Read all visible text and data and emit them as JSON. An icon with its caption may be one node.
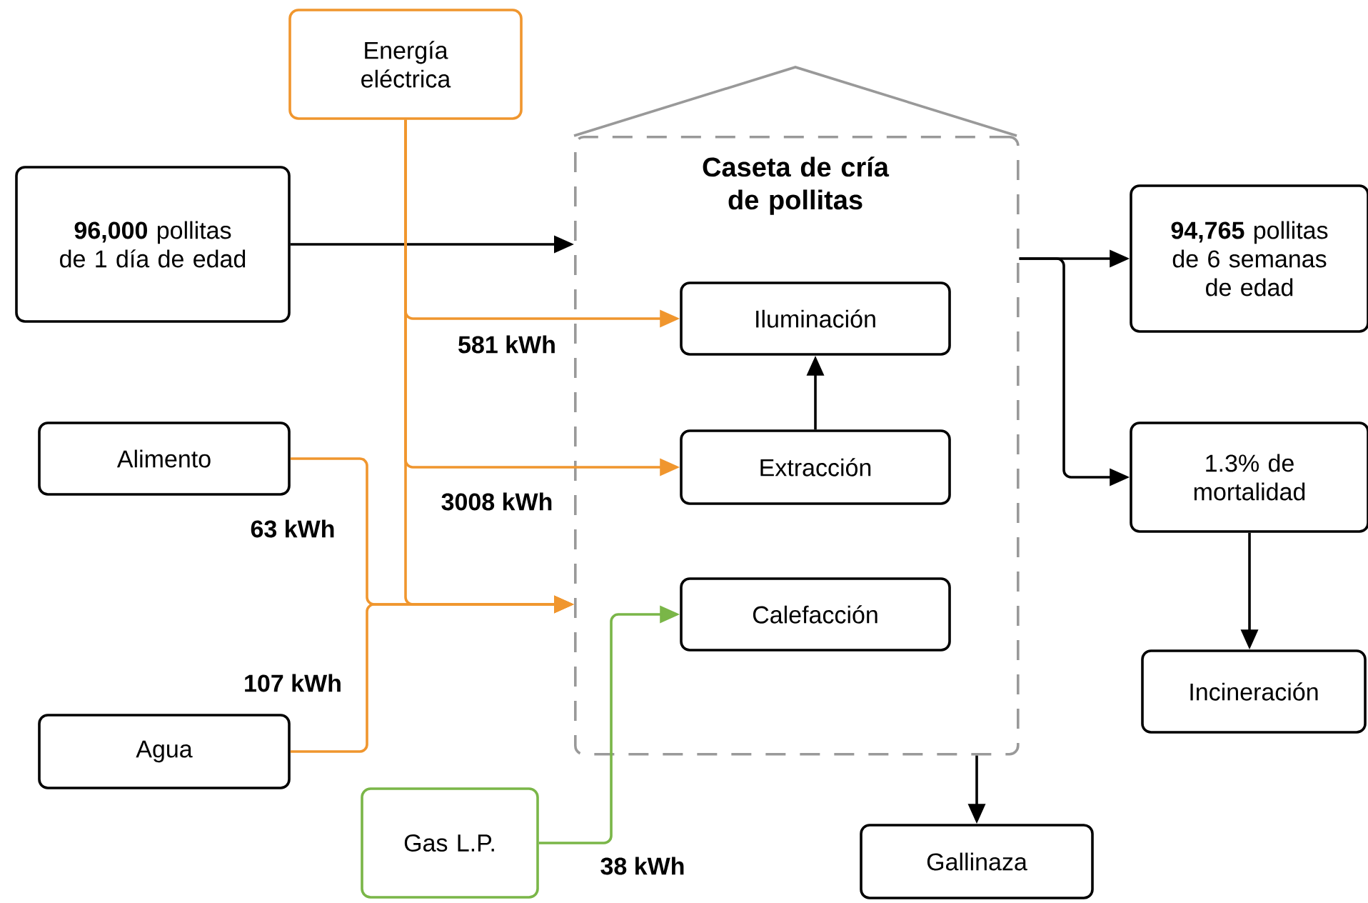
{
  "diagram": {
    "nodes": [
      {
        "text": [
          "Energía eléctrica"
        ]
      },
      {
        "text": [
          "**96,000** pollitas de 1 día de edad"
        ]
      },
      {
        "text": [
          "Caseta de cría de pollitas"
        ]
      },
      {
        "text": [
          "Iluminación"
        ],
        "in": 2
      },
      {
        "text": [
          "Extracción"
        ],
        "in": 2
      },
      {
        "text": [
          "Calefacción"
        ],
        "in": 2
      },
      {
        "text": [
          "**94,765** pollitas de 6 semanas de edad"
        ]
      },
      {
        "text": [
          "1.3% de mortalidad"
        ]
      },
      {
        "text": [
          "Incineración"
        ]
      },
      {
        "text": [
          "Alimento"
        ]
      },
      {
        "text": [
          "Agua"
        ]
      },
      {
        "text": [
          "Gas L.P."
        ]
      },
      {
        "text": [
          "Gallinaza"
        ]
      }
    ],
    "edges": [
      {
        "from": 1,
        "to": 2,
        "arrow": "to"
      },
      {
        "from": 0,
        "to": 3,
        "arrow": "to",
        "label": "581 kWh",
        "color": "#f0962e"
      },
      {
        "from": 0,
        "to": 4,
        "arrow": "to",
        "label": "3008 kWh",
        "color": "#f0962e"
      },
      {
        "from": 0,
        "to": 2,
        "arrow": "to",
        "color": "#f0962e"
      },
      {
        "from": 9,
        "to": 2,
        "arrow": "to",
        "label": "63 kWh",
        "color": "#f0962e"
      },
      {
        "from": 10,
        "to": 2,
        "arrow": "to",
        "label": "107 kWh",
        "color": "#f0962e"
      },
      {
        "from": 11,
        "to": 5,
        "arrow": "to",
        "label": "38 kWh",
        "color": "#7ab648"
      },
      {
        "from": 4,
        "to": 3,
        "arrow": "to"
      },
      {
        "from": 2,
        "to": 6,
        "arrow": "to"
      },
      {
        "from": 2,
        "to": 7,
        "arrow": "to"
      },
      {
        "from": 7,
        "to": 8,
        "arrow": "to"
      },
      {
        "from": 2,
        "to": 12,
        "arrow": "to"
      }
    ]
  }
}
